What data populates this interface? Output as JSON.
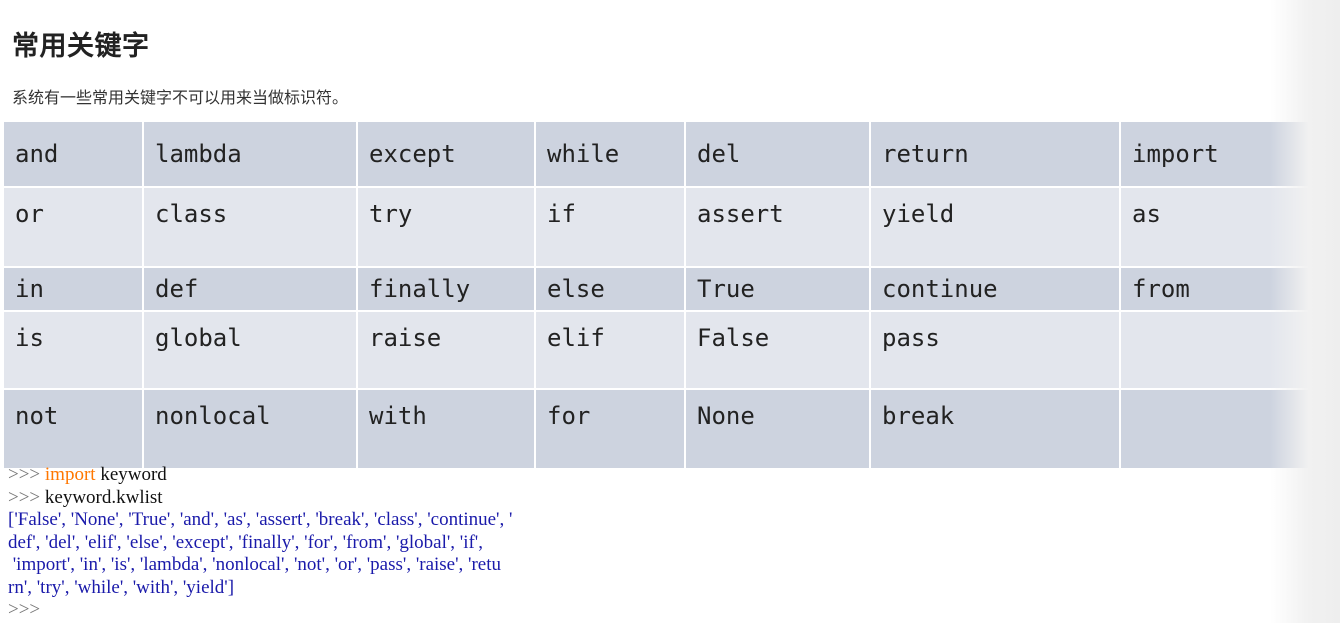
{
  "heading": "常用关键字",
  "intro": "系统有一些常用关键字不可以用来当做标识符。",
  "keyword_table": {
    "rows": [
      [
        "and",
        "lambda",
        "except",
        "while",
        "del",
        "return",
        "import"
      ],
      [
        "or",
        "class",
        "try",
        "if",
        "assert",
        "yield",
        "as"
      ],
      [
        "in",
        "def",
        "finally",
        "else",
        "True",
        "continue",
        "from"
      ],
      [
        "is",
        "global",
        "raise",
        "elif",
        "False",
        "pass",
        ""
      ],
      [
        "not",
        "nonlocal",
        "with",
        "for",
        "None",
        "break",
        ""
      ]
    ]
  },
  "console": {
    "prompt": ">>>",
    "line1_keyword": "import",
    "line1_rest": " keyword",
    "line2_rest": " keyword.kwlist",
    "output_lines": [
      "['False', 'None', 'True', 'and', 'as', 'assert', 'break', 'class', 'continue', '",
      "def', 'del', 'elif', 'else', 'except', 'finally', 'for', 'from', 'global', 'if',",
      " 'import', 'in', 'is', 'lambda', 'nonlocal', 'not', 'or', 'pass', 'raise', 'retu",
      "rn', 'try', 'while', 'with', 'yield']"
    ]
  },
  "colors": {
    "row_dark": "#cdd3df",
    "row_light": "#e3e6ed",
    "console_keyword": "#ff7700",
    "console_output": "#1a1aaa"
  }
}
